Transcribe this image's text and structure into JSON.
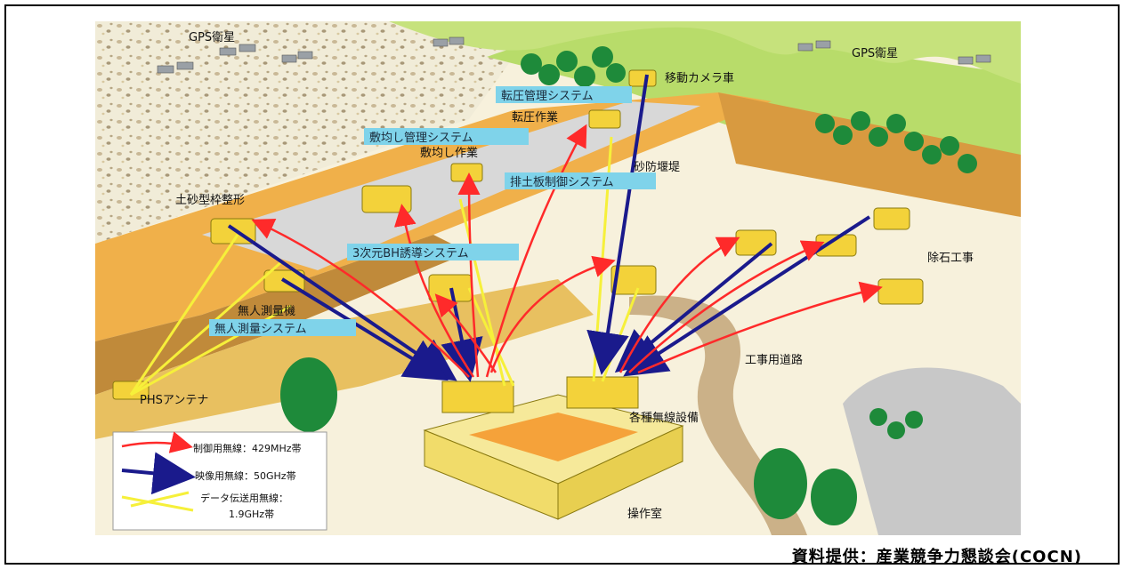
{
  "labels": {
    "gps_left": "GPS衛星",
    "gps_right": "GPS衛星",
    "mobile_camera": "移動カメラ車",
    "compaction_work": "転圧作業",
    "spreading_work": "敷均し作業",
    "sabo_dam": "砂防堰堤",
    "earth_frame": "土砂型枠整形",
    "unmanned_survey_machine": "無人測量機",
    "phs_antenna": "PHSアンテナ",
    "boulder_removal": "除石工事",
    "construction_road": "工事用道路",
    "wireless_equipment": "各種無線設備",
    "control_room": "操作室"
  },
  "systems": {
    "compaction_mgmt": "転圧管理システム",
    "spreading_mgmt": "敷均し管理システム",
    "blade_control": "排土板制御システム",
    "bh_guidance": "3次元BH誘導システム",
    "survey_system": "無人測量システム"
  },
  "legend": {
    "control_radio": "制御用無線：429MHz帯",
    "video_radio": "映像用無線：50GHz帯",
    "data_radio_line1": "データ伝送用無線：",
    "data_radio_line2": "1.9GHz帯"
  },
  "colors": {
    "control": "#ff2a2a",
    "video": "#1a1a8c",
    "data": "#f6f03a",
    "system_box": "#7fd3ea",
    "grass": "#b8dc6a",
    "dam": "#f0b04a"
  },
  "credit": "資料提供：産業競争力懇談会(COCN)"
}
